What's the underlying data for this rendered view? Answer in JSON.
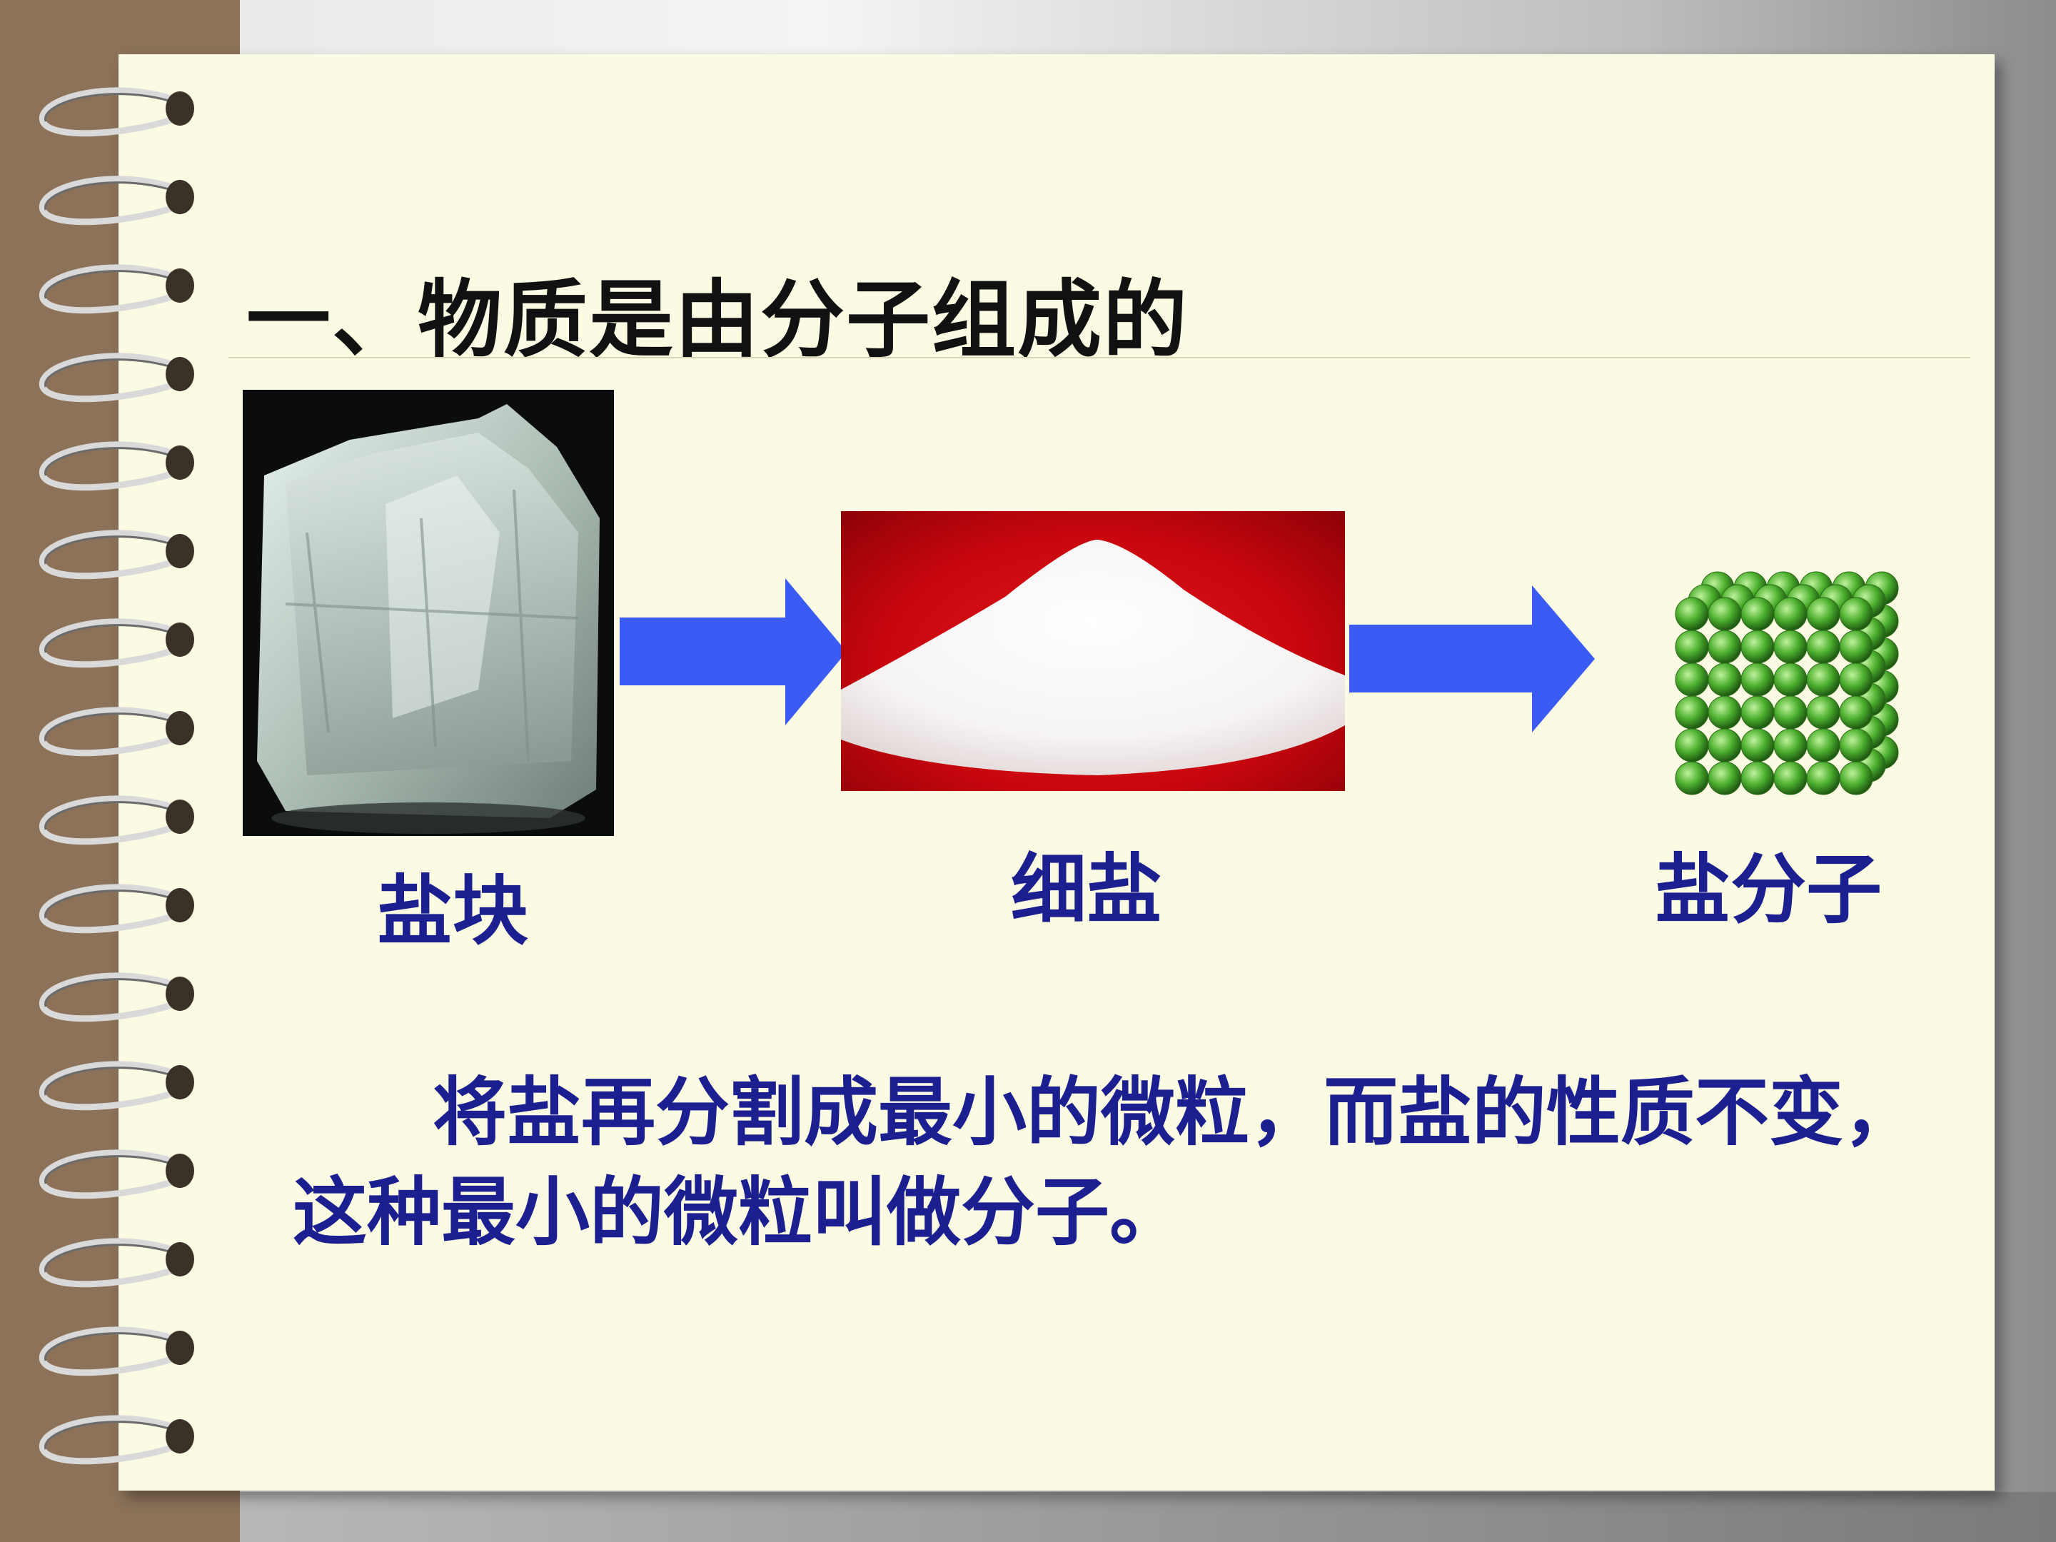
{
  "slide": {
    "title": "一、物质是由分子组成的",
    "images": [
      {
        "caption": "盐块"
      },
      {
        "caption": "细盐"
      },
      {
        "caption": "盐分子"
      }
    ],
    "paragraph": "将盐再分割成最小的微粒，而盐的性质不变，这种最小的微粒叫做分子。"
  },
  "colors": {
    "caption_text": "#1c1f8f",
    "title_text": "#111111",
    "arrow": "#3a5cf5",
    "paper": "#fbfbe3",
    "binding": "#8b7259",
    "salt_background": "#c8060e",
    "molecule_sphere": "#4caf2e"
  },
  "icons": {
    "arrow": "right-arrow-icon",
    "binding": "spiral-ring-icon"
  }
}
